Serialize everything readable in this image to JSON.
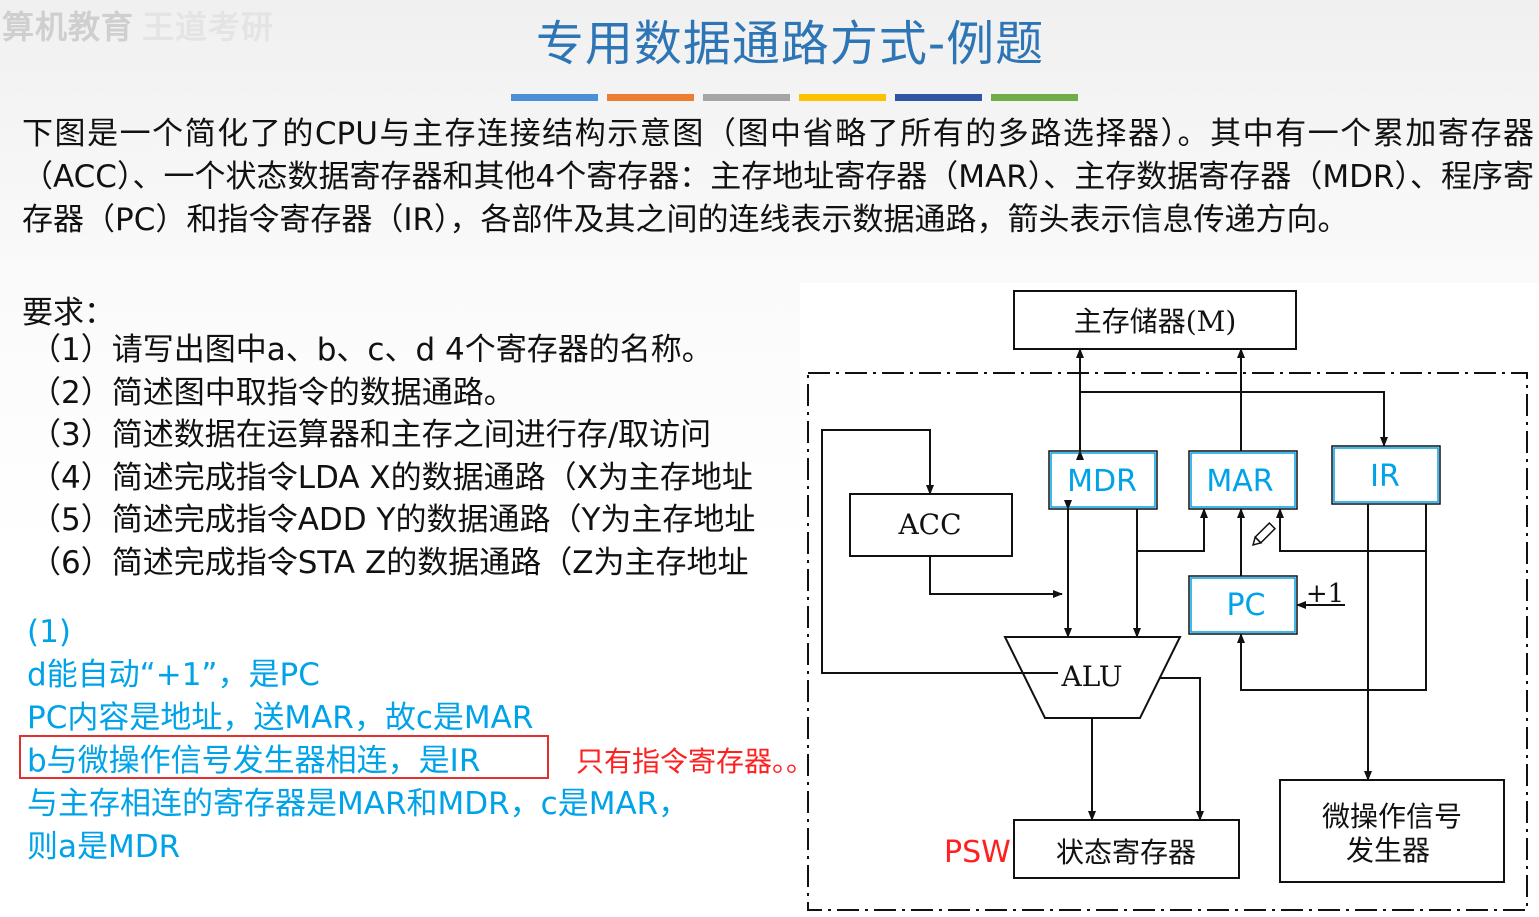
{
  "watermark": {
    "text": "算机教育",
    "faint": "王道考研"
  },
  "title": "专用数据通路方式-例题",
  "colors": {
    "title": "#2e75b6",
    "answer": "#00a2e8",
    "note": "#ff2020",
    "bar": [
      "#4a90d9",
      "#ed7d31",
      "#a5a5a5",
      "#ffc000",
      "#2f55a4",
      "#70ad47"
    ]
  },
  "problem": {
    "intro": "下图是一个简化了的CPU与主存连接结构示意图（图中省略了所有的多路选择器）。其中有一个累加寄存器（ACC）、一个状态数据寄存器和其他4个寄存器：主存地址寄存器（MAR）、主存数据寄存器（MDR）、程序寄存器（PC）和指令寄存器（IR），各部件及其之间的连线表示数据通路，箭头表示信息传递方向。",
    "requirement_heading": "要求：",
    "questions": [
      "（1）请写出图中a、b、c、d 4个寄存器的名称。",
      "（2）简述图中取指令的数据通路。",
      "（3）简述数据在运算器和主存之间进行存/取访问",
      "（4）简述完成指令LDA X的数据通路（X为主存地址",
      "（5）简述完成指令ADD Y的数据通路（Y为主存地址",
      "（6）简述完成指令STA Z的数据通路（Z为主存地址"
    ]
  },
  "answer": {
    "lines": [
      "(1)",
      "d能自动“+1”，是PC",
      "PC内容是地址，送MAR，故c是MAR",
      "b与微操作信号发生器相连，是IR",
      "与主存相连的寄存器是MAR和MDR，c是MAR，",
      "则a是MDR"
    ],
    "note": "只有指令寄存器。。。"
  },
  "diagram": {
    "memory": "主存储器(M)",
    "acc": "ACC",
    "mdr": "MDR",
    "mar": "MAR",
    "ir": "IR",
    "pc": "PC",
    "plus_one": "+1",
    "alu": "ALU",
    "status": "状态寄存器",
    "micro_line1": "微操作信号",
    "micro_line2": "发生器",
    "psw": "PSW"
  }
}
